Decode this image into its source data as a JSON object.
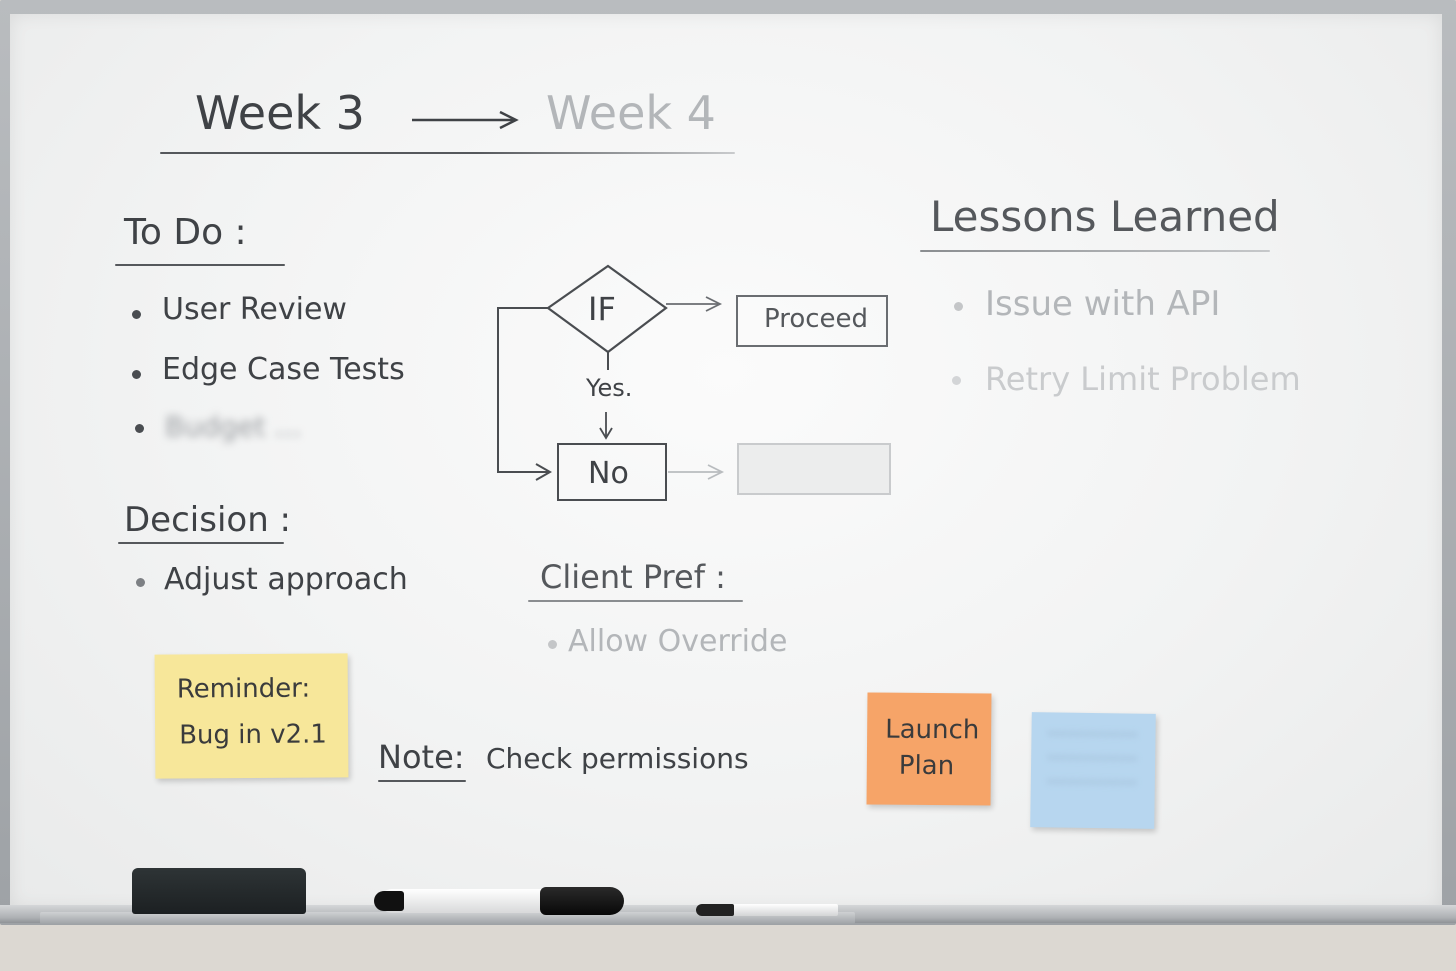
{
  "header": {
    "week_current": "Week 3",
    "week_next": "Week 4"
  },
  "todo": {
    "title": "To Do :",
    "items": [
      "User Review",
      "Edge Case Tests"
    ],
    "blurred_item": "Budget ..."
  },
  "flowchart": {
    "decision": "IF",
    "yes_label": "Yes.",
    "proceed_box": "Proceed",
    "no_box": "No"
  },
  "decision": {
    "title": "Decision :",
    "items": [
      "Adjust approach"
    ]
  },
  "client_pref": {
    "title": "Client Pref :",
    "items": [
      "Allow Override"
    ]
  },
  "lessons": {
    "title": "Lessons Learned",
    "items": [
      "Issue with API",
      "Retry Limit Problem"
    ]
  },
  "note": {
    "label": "Note",
    "text": "Check permissions"
  },
  "stickies": {
    "yellow": {
      "line1": "Reminder:",
      "line2": "Bug in v2.1",
      "color": "#f7e79a"
    },
    "orange": {
      "line1": "Launch",
      "line2": "Plan",
      "color": "#f6a468"
    },
    "blue": {
      "color": "#b7d6ef"
    }
  },
  "colors": {
    "ink": "#3f4246",
    "ink_faint": "#b3b6b9",
    "board": "#f4f5f5"
  }
}
